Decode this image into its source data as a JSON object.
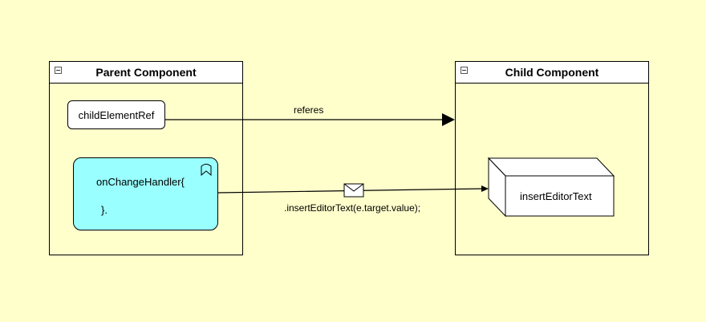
{
  "parent": {
    "title": "Parent Component",
    "ref_label": "childElementRef",
    "handler_line1": "onChangeHandler{",
    "handler_line2": "}."
  },
  "child": {
    "title": "Child Component",
    "method_label": "insertEditorText"
  },
  "edges": {
    "refers_label": "referes",
    "call_label": ".insertEditorText(e.target.value);"
  },
  "colors": {
    "background": "#ffffcc",
    "handler_fill": "#99ffff",
    "header_fill": "#ffffff",
    "stroke": "#000000"
  },
  "icons": {
    "collapse": "collapse-icon",
    "bookmark": "bookmark-icon",
    "message": "envelope-icon"
  }
}
